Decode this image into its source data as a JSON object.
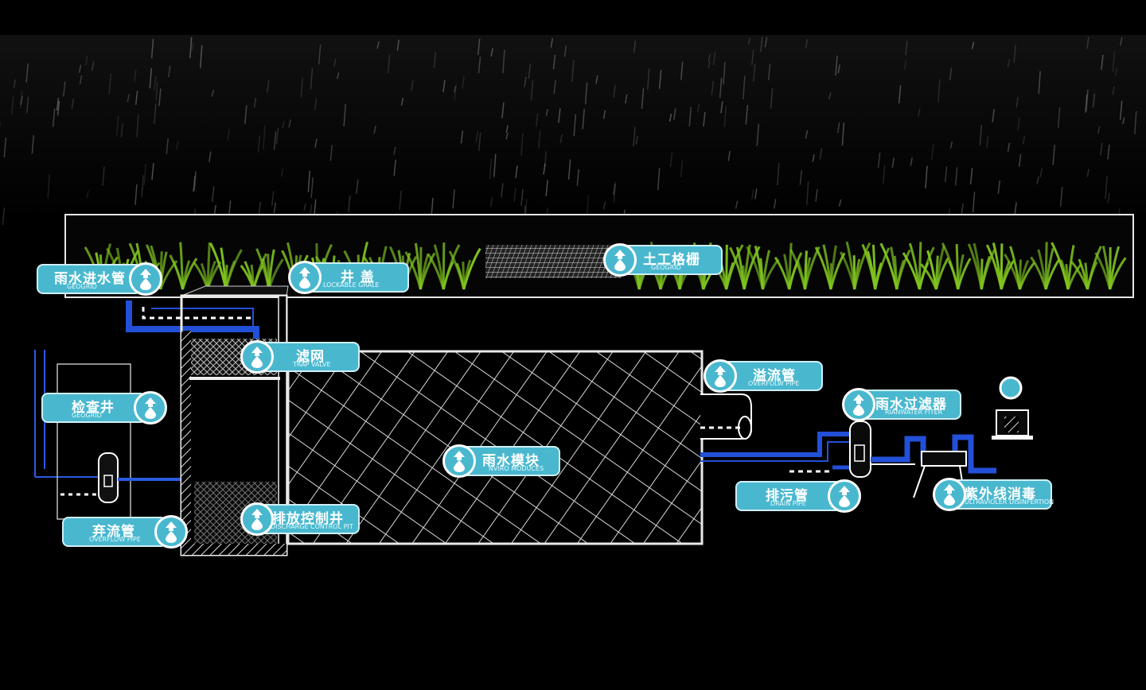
{
  "labels": [
    {
      "id": "inlet-pipe",
      "zh": "雨水进水管",
      "en": "GEOGRID"
    },
    {
      "id": "manhole-cover",
      "zh": "井 盖",
      "en": "LOCKABLE GRALE"
    },
    {
      "id": "geogrid",
      "zh": "土工格栅",
      "en": "GEOGRID"
    },
    {
      "id": "filter-screen",
      "zh": "滤网",
      "en": "TRAP VALVE"
    },
    {
      "id": "overflow-pipe-right",
      "zh": "溢流管",
      "en": "OVERFOLW PIPE"
    },
    {
      "id": "inspection-well",
      "zh": "检查井",
      "en": "GEOGRID"
    },
    {
      "id": "rain-filter",
      "zh": "雨水过滤器",
      "en": "RIANWATER FITER"
    },
    {
      "id": "rain-module",
      "zh": "雨水模块",
      "en": "NVIRO MODUCES"
    },
    {
      "id": "drain-pipe",
      "zh": "排污管",
      "en": "DRAIN PIPE"
    },
    {
      "id": "uv-disinfection",
      "zh": "紫外线消毒",
      "en": "ULTRAVIOLER DISINFERTION"
    },
    {
      "id": "discharge-well",
      "zh": "排放控制井",
      "en": "DISCHARGE CONTROL PIT"
    },
    {
      "id": "diversion-pipe",
      "zh": "弃流管",
      "en": "OVERFLOW PIPE"
    }
  ],
  "colors": {
    "background": "#000000",
    "label_fill": "#49b8cf",
    "pipe_blue": "#1e4fd6",
    "grass": "#7fc31f",
    "outline": "#ffffff"
  },
  "icon": "water-drop-arrow-icon"
}
